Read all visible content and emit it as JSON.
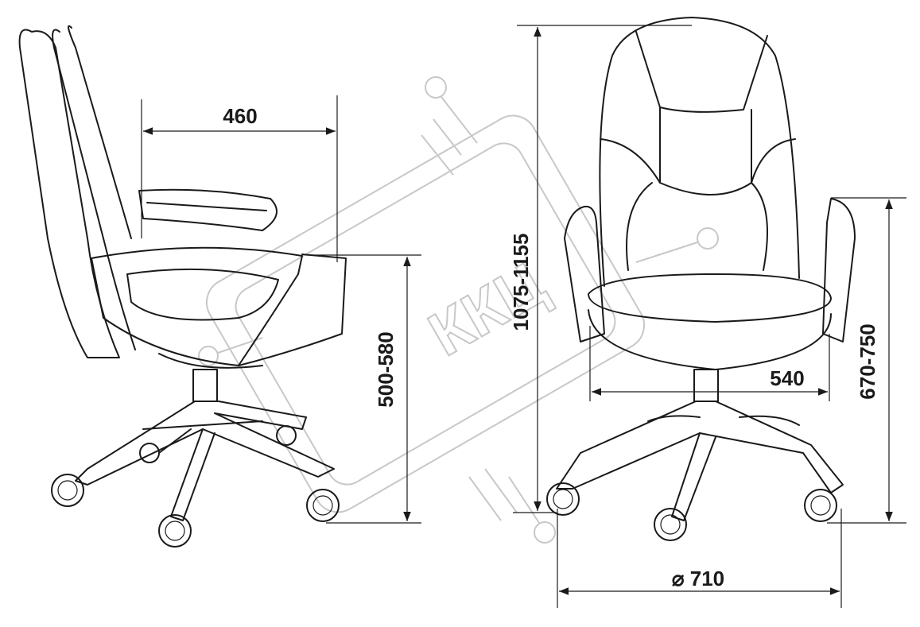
{
  "title": "Office chair dimension drawing",
  "dimensions": {
    "seat_depth": "460",
    "seat_height": "500-580",
    "total_height": "1075-1155",
    "seat_width": "540",
    "armrest_height": "670-750",
    "base_diameter": "⌀ 710"
  },
  "watermark": "ККЦ",
  "colors": {
    "line": "#1a1a1a",
    "watermark": "#c8c8c8"
  }
}
